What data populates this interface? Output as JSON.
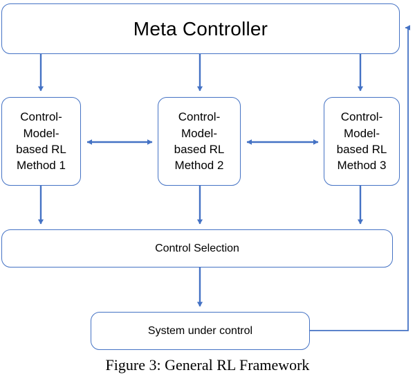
{
  "figure": {
    "caption": "Figure 3: General RL Framework",
    "colors": {
      "stroke": "#4472C4",
      "fill": "#FFFFFF",
      "text": "#000000"
    }
  },
  "nodes": {
    "meta_controller": {
      "label": "Meta Controller"
    },
    "method_1": {
      "label": "Control-\nModel-\nbased RL\nMethod 1"
    },
    "method_2": {
      "label": "Control-\nModel-\nbased RL\nMethod 2"
    },
    "method_3": {
      "label": "Control-\nModel-\nbased RL\nMethod 3"
    },
    "control_selection": {
      "label": "Control Selection"
    },
    "system": {
      "label": "System under control"
    }
  },
  "edges": [
    {
      "name": "meta-to-method-1",
      "from": "meta_controller",
      "to": "method_1",
      "direction": "down",
      "arrowheads": 1
    },
    {
      "name": "meta-to-method-2",
      "from": "meta_controller",
      "to": "method_2",
      "direction": "down",
      "arrowheads": 1
    },
    {
      "name": "meta-to-method-3",
      "from": "meta_controller",
      "to": "method_3",
      "direction": "down",
      "arrowheads": 1
    },
    {
      "name": "method-1-to-method-2",
      "from": "method_1",
      "to": "method_2",
      "direction": "bidirectional",
      "arrowheads": 2
    },
    {
      "name": "method-2-to-method-3",
      "from": "method_2",
      "to": "method_3",
      "direction": "bidirectional",
      "arrowheads": 2
    },
    {
      "name": "method-1-to-control-selection",
      "from": "method_1",
      "to": "control_selection",
      "direction": "down",
      "arrowheads": 1
    },
    {
      "name": "method-2-to-control-selection",
      "from": "method_2",
      "to": "control_selection",
      "direction": "down",
      "arrowheads": 1
    },
    {
      "name": "method-3-to-control-selection",
      "from": "method_3",
      "to": "control_selection",
      "direction": "down",
      "arrowheads": 1
    },
    {
      "name": "control-selection-to-system",
      "from": "control_selection",
      "to": "system",
      "direction": "down",
      "arrowheads": 1
    },
    {
      "name": "system-feedback-to-meta",
      "from": "system",
      "to": "meta_controller",
      "direction": "left",
      "arrowheads": 1
    }
  ],
  "chart_data": {
    "type": "diagram",
    "title": "Figure 3: General RL Framework",
    "nodes": [
      "Meta Controller",
      "Control-Model-based RL Method 1",
      "Control-Model-based RL Method 2",
      "Control-Model-based RL Method 3",
      "Control Selection",
      "System under control"
    ],
    "links": [
      [
        "Meta Controller",
        "Control-Model-based RL Method 1"
      ],
      [
        "Meta Controller",
        "Control-Model-based RL Method 2"
      ],
      [
        "Meta Controller",
        "Control-Model-based RL Method 3"
      ],
      [
        "Control-Model-based RL Method 1",
        "Control-Model-based RL Method 2"
      ],
      [
        "Control-Model-based RL Method 2",
        "Control-Model-based RL Method 3"
      ],
      [
        "Control-Model-based RL Method 1",
        "Control Selection"
      ],
      [
        "Control-Model-based RL Method 2",
        "Control Selection"
      ],
      [
        "Control-Model-based RL Method 3",
        "Control Selection"
      ],
      [
        "Control Selection",
        "System under control"
      ],
      [
        "System under control",
        "Meta Controller"
      ]
    ]
  }
}
